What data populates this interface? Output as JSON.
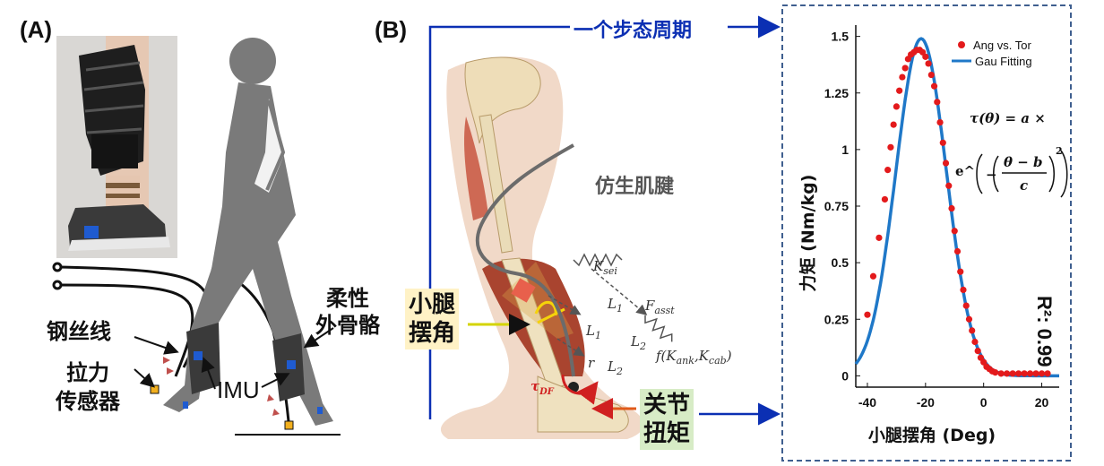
{
  "panel_a": {
    "label": "(A)",
    "annotations": {
      "soft_exo": [
        "柔性",
        "外骨骼"
      ],
      "steel_wire": "钢丝线",
      "force_sensor": [
        "拉力",
        "传感器"
      ],
      "imu": "IMU"
    }
  },
  "panel_b": {
    "label": "(B)",
    "gait_cycle": "一个步态周期",
    "bionic_tendon": "仿生肌腱",
    "shank_angle": [
      "小腿",
      "摆角"
    ],
    "joint_torque": [
      "关节",
      "扭矩"
    ],
    "symbols": {
      "k_sei": "K",
      "k_sei_sub": "sei",
      "l1": "L",
      "l1_sub": "1",
      "l2": "L",
      "l2_sub": "2",
      "f_asst": "F",
      "f_asst_sub": "asst",
      "f_func": "f(K",
      "f_func_sub1": "ank",
      "f_func_mid": ",K",
      "f_func_sub2": "cab",
      "f_func_end": ")",
      "r": "r",
      "tau": "τ",
      "tau_sub": "DF"
    }
  },
  "chart_data": {
    "type": "scatter",
    "xlabel": "小腿摆角 (Deg)",
    "ylabel": "力矩 (Nm/kg)",
    "xlim": [
      -44,
      26
    ],
    "ylim": [
      -0.05,
      1.55
    ],
    "xticks": [
      -40,
      -20,
      0,
      20
    ],
    "yticks": [
      0,
      0.25,
      0.5,
      0.75,
      1,
      1.25,
      1.5
    ],
    "ytick_labels": [
      "0",
      "0.25",
      "0.5",
      "0.75",
      "1",
      "1.25",
      "1.5"
    ],
    "legend_position": "top-right",
    "series": [
      {
        "name": "Ang vs. Tor",
        "color": "#e31a1c",
        "marker": "dot",
        "x": [
          -40,
          -38,
          -36,
          -34,
          -33,
          -32,
          -31,
          -30,
          -29,
          -28,
          -27,
          -26,
          -25,
          -24,
          -23,
          -22,
          -21,
          -20,
          -19,
          -18,
          -17,
          -16,
          -15,
          -14,
          -13,
          -12,
          -11,
          -10,
          -9,
          -8,
          -7,
          -6,
          -5,
          -4,
          -3,
          -2,
          -1,
          0,
          1,
          2,
          3,
          4,
          6,
          8,
          10,
          12,
          14,
          16,
          18,
          20,
          22
        ],
        "y": [
          0.27,
          0.44,
          0.61,
          0.78,
          0.91,
          1.01,
          1.11,
          1.19,
          1.26,
          1.32,
          1.36,
          1.4,
          1.42,
          1.43,
          1.44,
          1.44,
          1.43,
          1.41,
          1.38,
          1.33,
          1.28,
          1.21,
          1.12,
          1.03,
          0.94,
          0.84,
          0.74,
          0.64,
          0.55,
          0.46,
          0.38,
          0.31,
          0.25,
          0.2,
          0.15,
          0.11,
          0.08,
          0.06,
          0.04,
          0.03,
          0.02,
          0.015,
          0.01,
          0.01,
          0.01,
          0.01,
          0.01,
          0.01,
          0.01,
          0.01,
          0.01
        ]
      },
      {
        "name": "Gau Fitting",
        "color": "#1f78c8",
        "line": true,
        "fit": {
          "a": 1.49,
          "b": -21.5,
          "c": 12.3
        }
      }
    ],
    "equation": {
      "line1": "τ(θ) = a ×",
      "line2_prefix": "e^",
      "numerator": "θ − b",
      "denominator": "c",
      "exponent": "2"
    },
    "r_squared": "R²: 0.99"
  }
}
